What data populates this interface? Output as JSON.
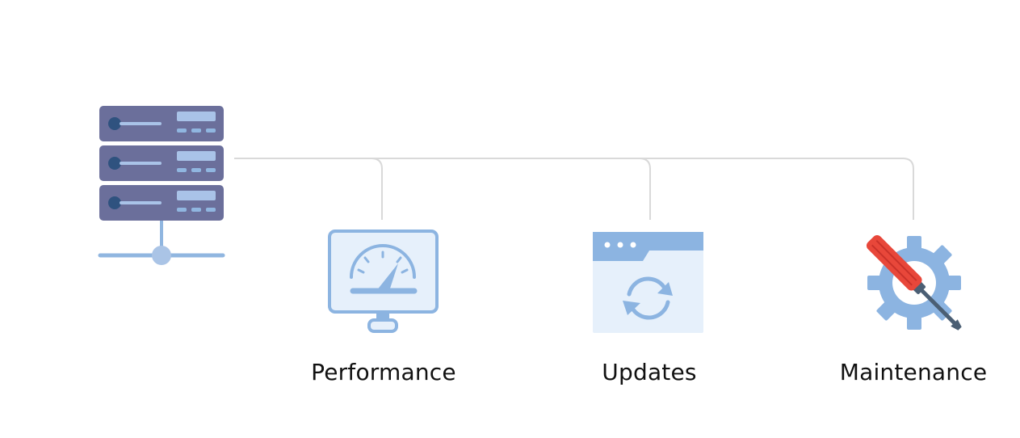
{
  "diagram": {
    "source": {
      "icon": "server-rack-icon"
    },
    "branches": [
      {
        "label": "Performance",
        "icon": "speedometer-monitor-icon"
      },
      {
        "label": "Updates",
        "icon": "browser-refresh-icon"
      },
      {
        "label": "Maintenance",
        "icon": "gear-screwdriver-icon"
      }
    ]
  },
  "colors": {
    "server_body": "#6b6f9b",
    "server_dot": "#2f527f",
    "server_accent": "#a9c3e8",
    "network_line": "#90b6e0",
    "connector": "#d9d9d9",
    "icon_stroke": "#8cb4e1",
    "icon_fill": "#e6f0fb",
    "screwdriver_red": "#e8473a",
    "screwdriver_shaft": "#4b5f74",
    "label_text": "#111111"
  }
}
